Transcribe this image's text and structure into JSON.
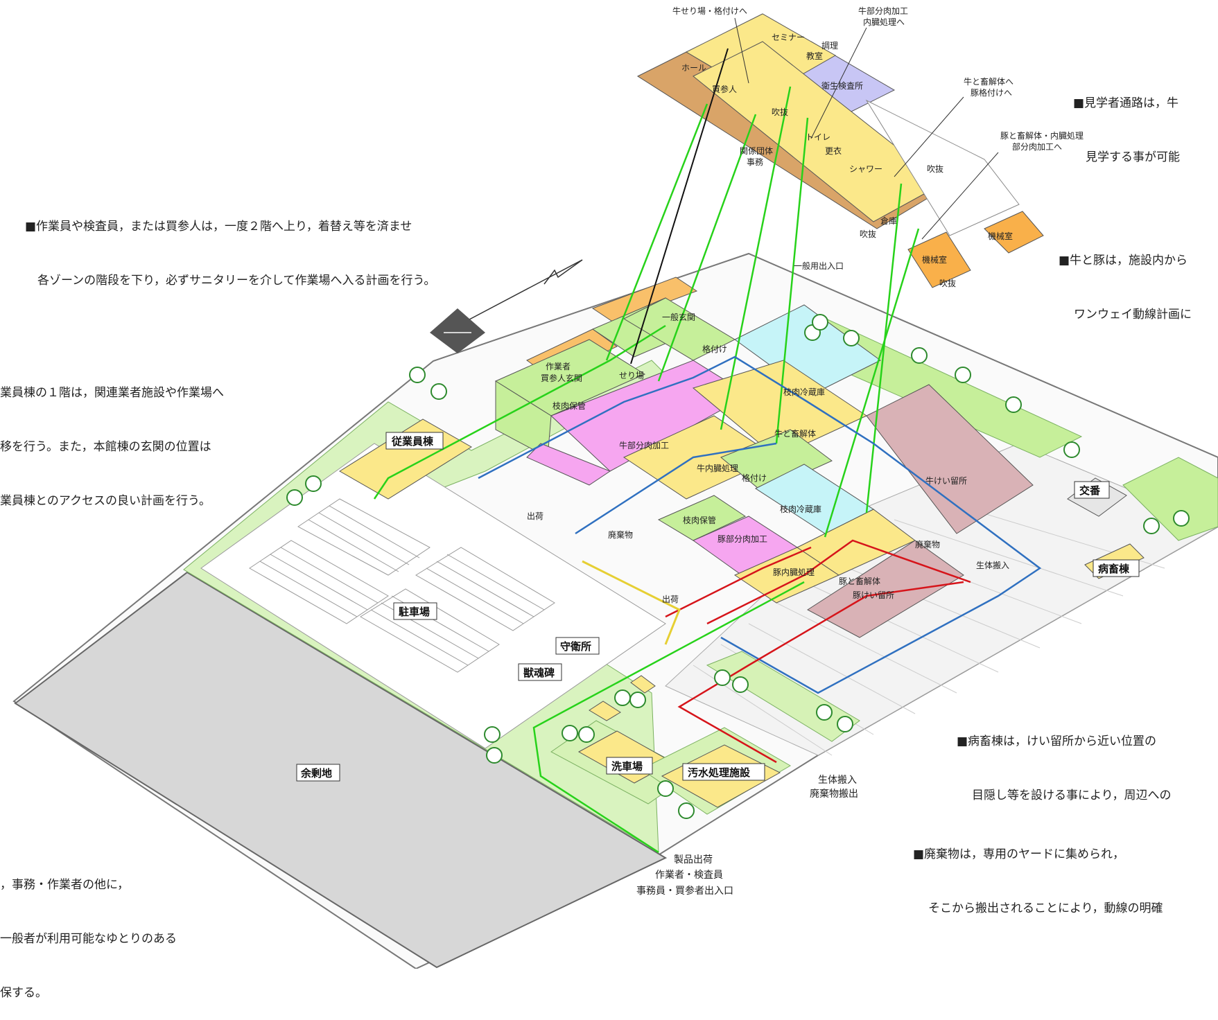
{
  "notes": {
    "n1_line1": "■作業員や検査員，または買参人は，一度２階へ上り，着替え等を済ませ",
    "n1_line2": "各ゾーンの階段を下り，必ずサニタリーを介して作業場へ入る計画を行う。",
    "n2_line1": "■見学者通路は，牛",
    "n2_line2": "見学する事が可能",
    "n3_line1": "■牛と豚は，施設内から",
    "n3_line2": "ワンウェイ動線計画に",
    "n4_line1": "業員棟の１階は，関連業者施設や作業場へ",
    "n4_line2": "移を行う。また，本館棟の玄関の位置は",
    "n4_line3": "業員棟とのアクセスの良い計画を行う。",
    "n5_line1": "■病畜棟は，けい留所から近い位置の",
    "n5_line2": "目隠し等を設ける事により，周辺への",
    "n6_line1": "■廃棄物は，専用のヤードに集められ，",
    "n6_line2": "そこから搬出されることにより，動線の明確",
    "n7_line1": "，事務・作業者の他に，",
    "n7_line2": "一般者が利用可能なゆとりのある",
    "n7_line3": "保する。"
  },
  "upper_floor": {
    "callout_cattle_auction": "牛せり場・格付けへ",
    "callout_cattle_cut_1": "牛部分肉加工",
    "callout_cattle_cut_2": "内臓処理へ",
    "callout_cattle_slaughter_1": "牛と畜解体へ",
    "callout_cattle_slaughter_2": "豚格付けへ",
    "callout_pig_1": "豚と畜解体・内臓処理",
    "callout_pig_2": "部分肉加工へ",
    "seminar": "セミナー",
    "cooking": "調理",
    "classroom": "教室",
    "hall": "ホール",
    "buyers": "買参人",
    "hygiene": "衛生検査所",
    "void1": "吹抜",
    "toilet": "トイレ",
    "org_1": "関係団体",
    "org_2": "事務",
    "changing": "更衣",
    "shower": "シャワー",
    "void2": "吹抜",
    "storage": "倉庫",
    "void3": "吹抜",
    "machine1": "機械室",
    "machine2": "機械室",
    "void4": "吹抜"
  },
  "ground_floor": {
    "public_entrance": "一般用出入口",
    "general_lobby": "一般玄関",
    "worker_lobby_1": "作業者",
    "worker_lobby_2": "買参人玄関",
    "auction": "せり場",
    "grading1": "格付け",
    "carcass_storage1": "枝肉保管",
    "carcass_cold1": "枝肉冷蔵庫",
    "cattle_cut": "牛部分肉加工",
    "cattle_slaughter": "牛と畜解体",
    "cattle_offal": "牛内臓処理",
    "grading2": "格付け",
    "cattle_lairage": "牛けい留所",
    "carcass_cold2": "枝肉冷蔵庫",
    "carcass_storage2": "枝肉保管",
    "pig_cut": "豚部分肉加工",
    "pig_offal": "豚内臓処理",
    "pig_slaughter": "豚と畜解体",
    "pig_lairage": "豚けい留所",
    "waste1": "廃棄物",
    "waste2": "廃棄物",
    "shipping1": "出荷",
    "shipping2": "出荷",
    "livestock_in": "生体搬入",
    "employee_bldg": "従業員棟",
    "parking": "駐車場",
    "guard": "守衛所",
    "memorial": "獣魂碑",
    "carwash": "洗車場",
    "sewage": "汚水処理施設",
    "surplus": "余剰地",
    "police": "交番",
    "sick_barn": "病畜棟",
    "gate_livestock_1": "生体搬入",
    "gate_livestock_2": "廃棄物搬出",
    "gate_main_1": "製品出荷",
    "gate_main_2": "作業者・検査員",
    "gate_main_3": "事務員・買参者出入口"
  },
  "colors": {
    "yellow": "#fbe88a",
    "orange": "#f9c06a",
    "green": "#c6ef9a",
    "pink": "#f6a6f0",
    "cyan": "#c6f4f8",
    "brown": "#d9b2b6",
    "lavender": "#c8c6f5",
    "gray": "#d3d3d3",
    "lightgreen": "#d6f2b6",
    "flow_green": "#27d21a",
    "flow_blue": "#2f70c0",
    "flow_red": "#d6141a"
  }
}
